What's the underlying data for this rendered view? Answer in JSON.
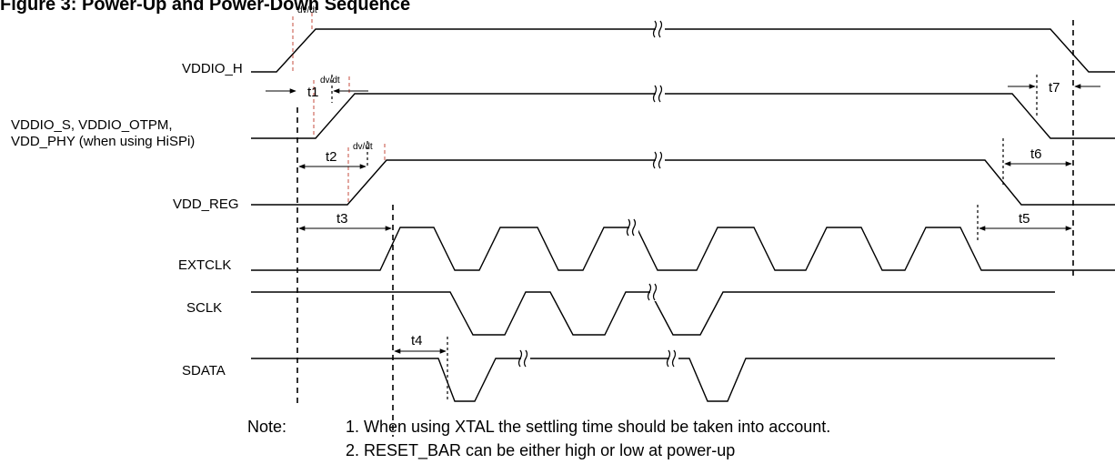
{
  "figure": {
    "title": "Figure 3:        Power-Up and Power-Down Sequence"
  },
  "signals": {
    "vddio_h": "VDDIO_H",
    "vddio_s_line1": "VDDIO_S, VDDIO_OTPM,",
    "vddio_s_line2": "VDD_PHY (when using HiSPi)",
    "vdd_reg": "VDD_REG",
    "extclk": "EXTCLK",
    "sclk": "SCLK",
    "sdata": "SDATA"
  },
  "timing": {
    "t1": "t1",
    "t2": "t2",
    "t3": "t3",
    "t4": "t4",
    "t5": "t5",
    "t6": "t6",
    "t7": "t7",
    "dvdt": "dv/dt"
  },
  "notes": {
    "label": "Note:",
    "note1": "1. When using XTAL the settling time should be taken into account.",
    "note2": "2. RESET_BAR can be either high or low at power-up"
  }
}
